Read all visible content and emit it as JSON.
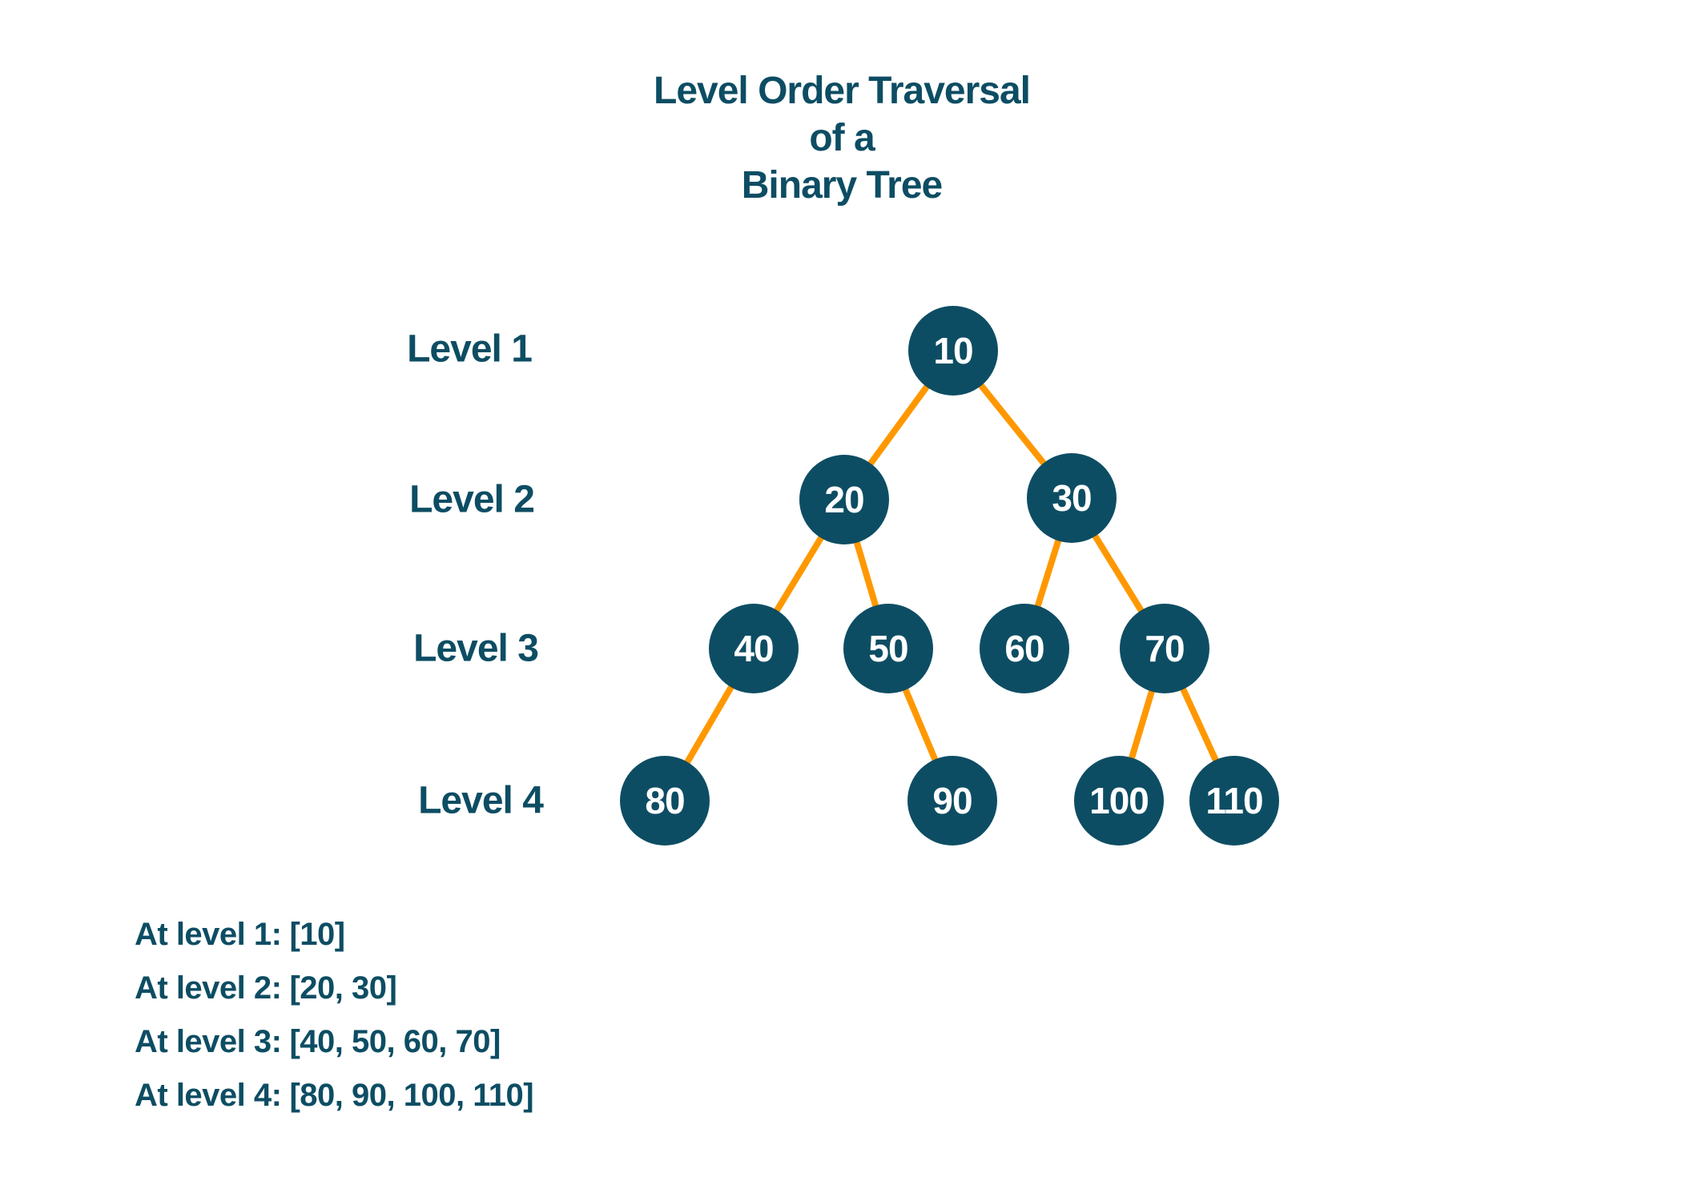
{
  "title": {
    "lines": [
      "Level Order Traversal",
      "of a",
      "Binary Tree"
    ]
  },
  "colors": {
    "background": "#ffffff",
    "node_fill": "#0d4d63",
    "node_text": "#ffffff",
    "edge_stroke": "#ff9800",
    "text": "#0d4d63"
  },
  "level_labels": [
    "Level 1",
    "Level 2",
    "Level 3",
    "Level 4"
  ],
  "tree": {
    "nodes": [
      {
        "value": "10",
        "level": 1
      },
      {
        "value": "20",
        "level": 2
      },
      {
        "value": "30",
        "level": 2
      },
      {
        "value": "40",
        "level": 3
      },
      {
        "value": "50",
        "level": 3
      },
      {
        "value": "60",
        "level": 3
      },
      {
        "value": "70",
        "level": 3
      },
      {
        "value": "80",
        "level": 4
      },
      {
        "value": "90",
        "level": 4
      },
      {
        "value": "100",
        "level": 4
      },
      {
        "value": "110",
        "level": 4
      }
    ],
    "edges": [
      [
        "10",
        "20"
      ],
      [
        "10",
        "30"
      ],
      [
        "20",
        "40"
      ],
      [
        "20",
        "50"
      ],
      [
        "30",
        "60"
      ],
      [
        "30",
        "70"
      ],
      [
        "40",
        "80"
      ],
      [
        "50",
        "90"
      ],
      [
        "70",
        "100"
      ],
      [
        "70",
        "110"
      ]
    ]
  },
  "traversal_results": [
    {
      "label": "At level 1:",
      "value": "[10]"
    },
    {
      "label": "At level 2:",
      "value": "[20, 30]"
    },
    {
      "label": "At level 3:",
      "value": "[40, 50, 60, 70]"
    },
    {
      "label": "At level 4:",
      "value": "[80, 90, 100, 110]"
    }
  ]
}
